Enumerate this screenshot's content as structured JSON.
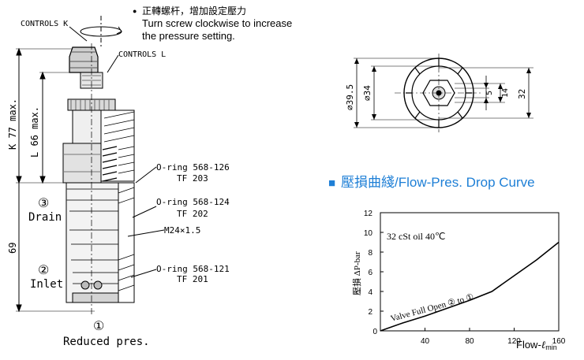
{
  "instruction": {
    "bullet": "●",
    "zh": "正轉螺杆，增加設定壓力",
    "en1": "Turn screw clockwise to increase",
    "en2": "the pressure setting."
  },
  "section_view": {
    "controls_k": "CONTROLS K",
    "controls_l": "CONTROLS L",
    "dim_k": "K 77 max.",
    "dim_l": "L 66 max.",
    "dim_69": "69",
    "port3_num": "③",
    "port3_label": "Drain",
    "port2_num": "②",
    "port2_label": "Inlet",
    "port1_num": "①",
    "port1_label": "Reduced pres.",
    "oring1_a": "O-ring 568-126",
    "oring1_b": "TF 203",
    "oring2_a": "O-ring 568-124",
    "oring2_b": "TF 202",
    "thread": "M24×1.5",
    "oring3_a": "O-ring 568-121",
    "oring3_b": "TF 201"
  },
  "end_view": {
    "dim_outer": "⌀39.5",
    "dim_inner": "⌀34",
    "dim_32": "32",
    "dim_14": "14",
    "dim_5": "5"
  },
  "curve_title": {
    "marker": "■",
    "text": "壓損曲綫/Flow-Pres. Drop Curve"
  },
  "chart_data": {
    "type": "line",
    "annotation": "32 cSt oil 40℃",
    "curve_label": "Valve Full Open ② to ①",
    "ylabel": "壓損 ΔP-bar",
    "xlabel": "Flow-ℓmin",
    "xlabel_main": "Flow-",
    "xlabel_unit": "ℓ",
    "xlabel_sub": "min",
    "xlim": [
      0,
      160
    ],
    "ylim": [
      0,
      12
    ],
    "x_ticks": [
      "40",
      "80",
      "120",
      "160"
    ],
    "y_ticks": [
      "2",
      "4",
      "6",
      "8",
      "10",
      "12"
    ],
    "series": [
      {
        "x": [
          0,
          20,
          40,
          60,
          80,
          100,
          120,
          140,
          160
        ],
        "y": [
          0,
          0.8,
          1.5,
          2.3,
          3.1,
          4.0,
          5.6,
          7.2,
          9.0
        ]
      }
    ],
    "color": "#000000"
  }
}
